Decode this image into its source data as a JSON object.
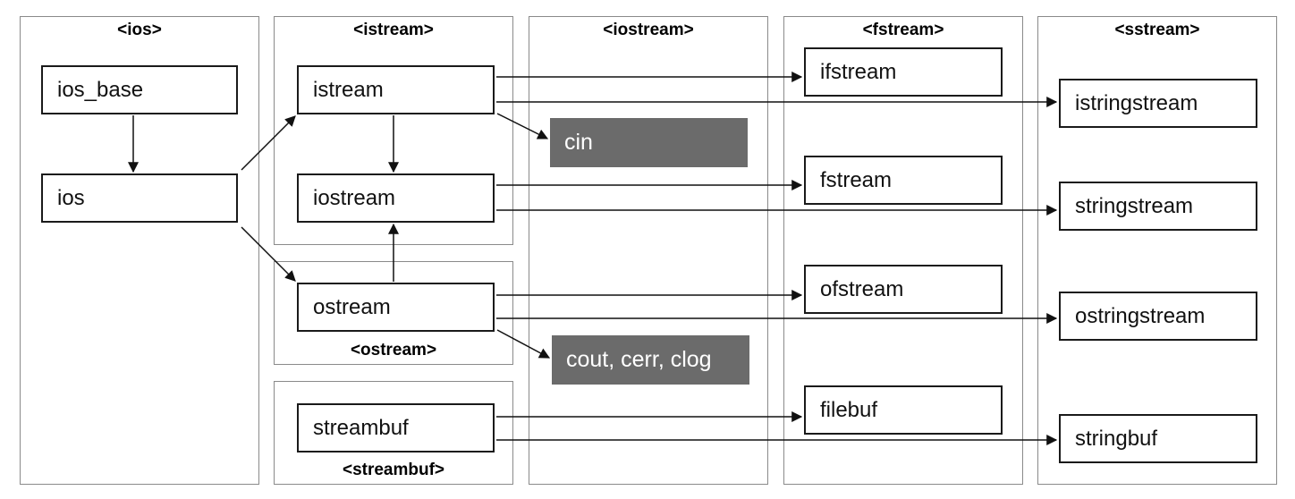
{
  "headers": {
    "ios": "<ios>",
    "istream": "<istream>",
    "iostream": "<iostream>",
    "fstream": "<fstream>",
    "sstream": "<sstream>",
    "ostream": "<ostream>",
    "streambuf": "<streambuf>"
  },
  "classes": {
    "ios_base": "ios_base",
    "ios": "ios",
    "istream": "istream",
    "iostream": "iostream",
    "ostream": "ostream",
    "streambuf": "streambuf",
    "ifstream": "ifstream",
    "fstream": "fstream",
    "ofstream": "ofstream",
    "filebuf": "filebuf",
    "istringstream": "istringstream",
    "stringstream": "stringstream",
    "ostringstream": "ostringstream",
    "stringbuf": "stringbuf"
  },
  "objects": {
    "cin": "cin",
    "cout": "cout, cerr, clog"
  },
  "colors": {
    "object_fill": "#6b6b6b",
    "border": "#1a1a1a",
    "panel_border": "#8a8a8a"
  },
  "edges": [
    [
      "ios_base",
      "ios"
    ],
    [
      "ios",
      "istream"
    ],
    [
      "ios",
      "ostream"
    ],
    [
      "istream",
      "iostream"
    ],
    [
      "ostream",
      "iostream"
    ],
    [
      "istream",
      "cin"
    ],
    [
      "ostream",
      "cout"
    ],
    [
      "istream",
      "ifstream"
    ],
    [
      "istream",
      "istringstream"
    ],
    [
      "iostream",
      "fstream"
    ],
    [
      "iostream",
      "stringstream"
    ],
    [
      "ostream",
      "ofstream"
    ],
    [
      "ostream",
      "ostringstream"
    ],
    [
      "streambuf",
      "filebuf"
    ],
    [
      "streambuf",
      "stringbuf"
    ]
  ]
}
